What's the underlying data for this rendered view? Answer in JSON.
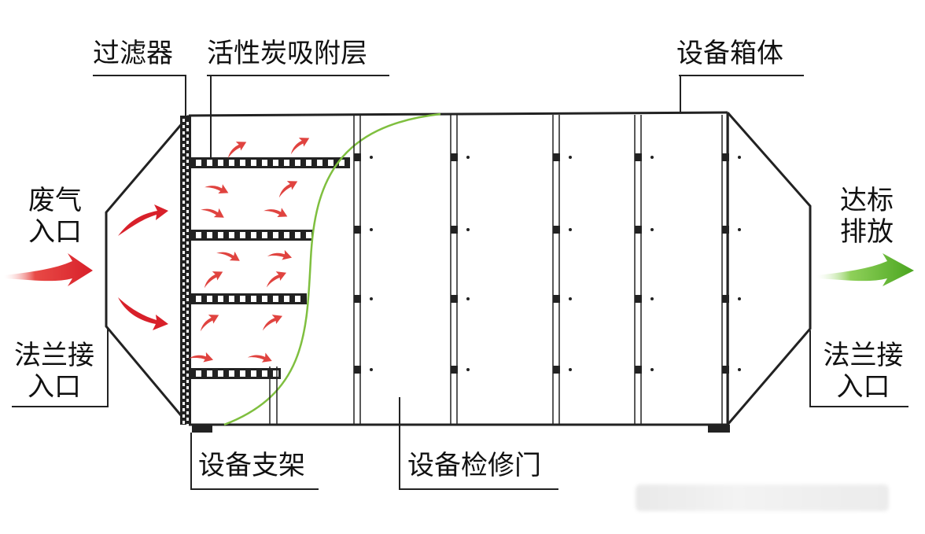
{
  "labels": {
    "filter": "过滤器",
    "carbon_layer": "活性炭吸附层",
    "housing": "设备箱体",
    "waste_gas_inlet": "废气入口",
    "flange_inlet_left": "法兰接入口",
    "discharge": "达标排放",
    "flange_inlet_right": "法兰接入口",
    "support": "设备支架",
    "access_door": "设备检修门"
  },
  "colors": {
    "inlet_arrow": "#d8202a",
    "airflow_arrow": "#e0433f",
    "outlet_arrow": "#5bb52e",
    "curve": "#7fbf3f",
    "line": "#222222"
  }
}
